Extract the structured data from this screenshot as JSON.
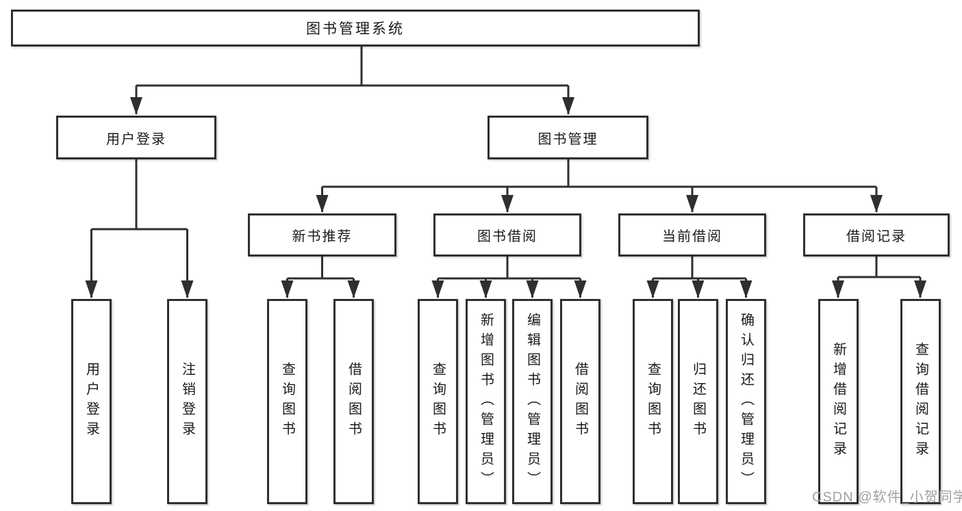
{
  "diagram": {
    "title": "图书管理系统",
    "level2": {
      "user_login": "用户登录",
      "book_management": "图书管理"
    },
    "level3": {
      "new_books": "新书推荐",
      "borrowing": "图书借阅",
      "current": "当前借阅",
      "records": "借阅记录"
    },
    "leaves": {
      "user_login": [
        "用户登录",
        "注销登录"
      ],
      "new_books": [
        "查询图书",
        "借阅图书"
      ],
      "borrowing": [
        "查询图书",
        "新增图书（管理员）",
        "编辑图书（管理员）",
        "借阅图书"
      ],
      "current": [
        "查询图书",
        "归还图书",
        "确认归还（管理员）"
      ],
      "records": [
        "新增借阅记录",
        "查询借阅记录"
      ]
    }
  },
  "colors": {
    "line": "#2f2f2f",
    "text": "#1a1a1a",
    "background": "#ffffff",
    "watermark": "#a0a0a0"
  },
  "watermark": {
    "text": "CSDN @软件_小贺同学"
  }
}
